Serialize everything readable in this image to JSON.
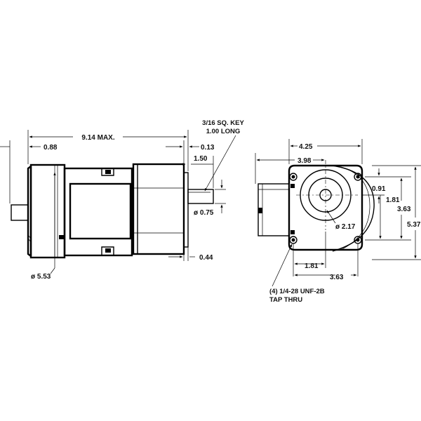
{
  "side_view": {
    "overall_length": "9.14 MAX.",
    "end_cap": "0.88",
    "key": [
      "3/16 SQ. KEY",
      "1.00 LONG"
    ],
    "shaft_to_face": "0.13",
    "shaft_length": "1.50",
    "shaft_dia": "ø 0.75",
    "flange_thk": "0.44",
    "motor_dia": "ø 5.53"
  },
  "end_view": {
    "width": "4.25",
    "offset": "3.98",
    "v_small": "0.91",
    "v_half": "1.81",
    "v_bolt": "3.63",
    "height": "5.37",
    "pilot_dia": "ø 2.17",
    "h_half": "1.81",
    "h_bolt": "3.63",
    "tap_note": [
      "(4) 1/4-28 UNF-2B",
      "TAP THRU"
    ]
  }
}
